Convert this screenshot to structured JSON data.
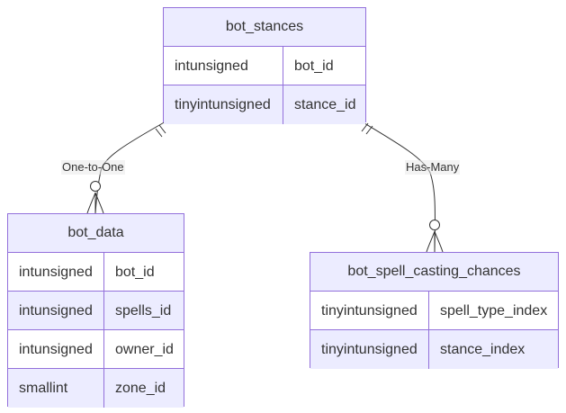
{
  "entities": {
    "bot_stances": {
      "title": "bot_stances",
      "attributes": [
        {
          "type": "intunsigned",
          "name": "bot_id"
        },
        {
          "type": "tinyintunsigned",
          "name": "stance_id"
        }
      ]
    },
    "bot_data": {
      "title": "bot_data",
      "attributes": [
        {
          "type": "intunsigned",
          "name": "bot_id"
        },
        {
          "type": "intunsigned",
          "name": "spells_id"
        },
        {
          "type": "intunsigned",
          "name": "owner_id"
        },
        {
          "type": "smallint",
          "name": "zone_id"
        }
      ]
    },
    "bot_spell_casting_chances": {
      "title": "bot_spell_casting_chances",
      "attributes": [
        {
          "type": "tinyintunsigned",
          "name": "spell_type_index"
        },
        {
          "type": "tinyintunsigned",
          "name": "stance_index"
        }
      ]
    }
  },
  "relationships": [
    {
      "from": "bot_stances",
      "to": "bot_data",
      "label": "One-to-One"
    },
    {
      "from": "bot_stances",
      "to": "bot_spell_casting_chances",
      "label": "Has-Many"
    }
  ],
  "colors": {
    "border": "#9370db",
    "header_fill": "#ececff",
    "row_odd": "#ffffff",
    "row_even": "#ececff",
    "line": "#333333",
    "text": "#333333"
  }
}
